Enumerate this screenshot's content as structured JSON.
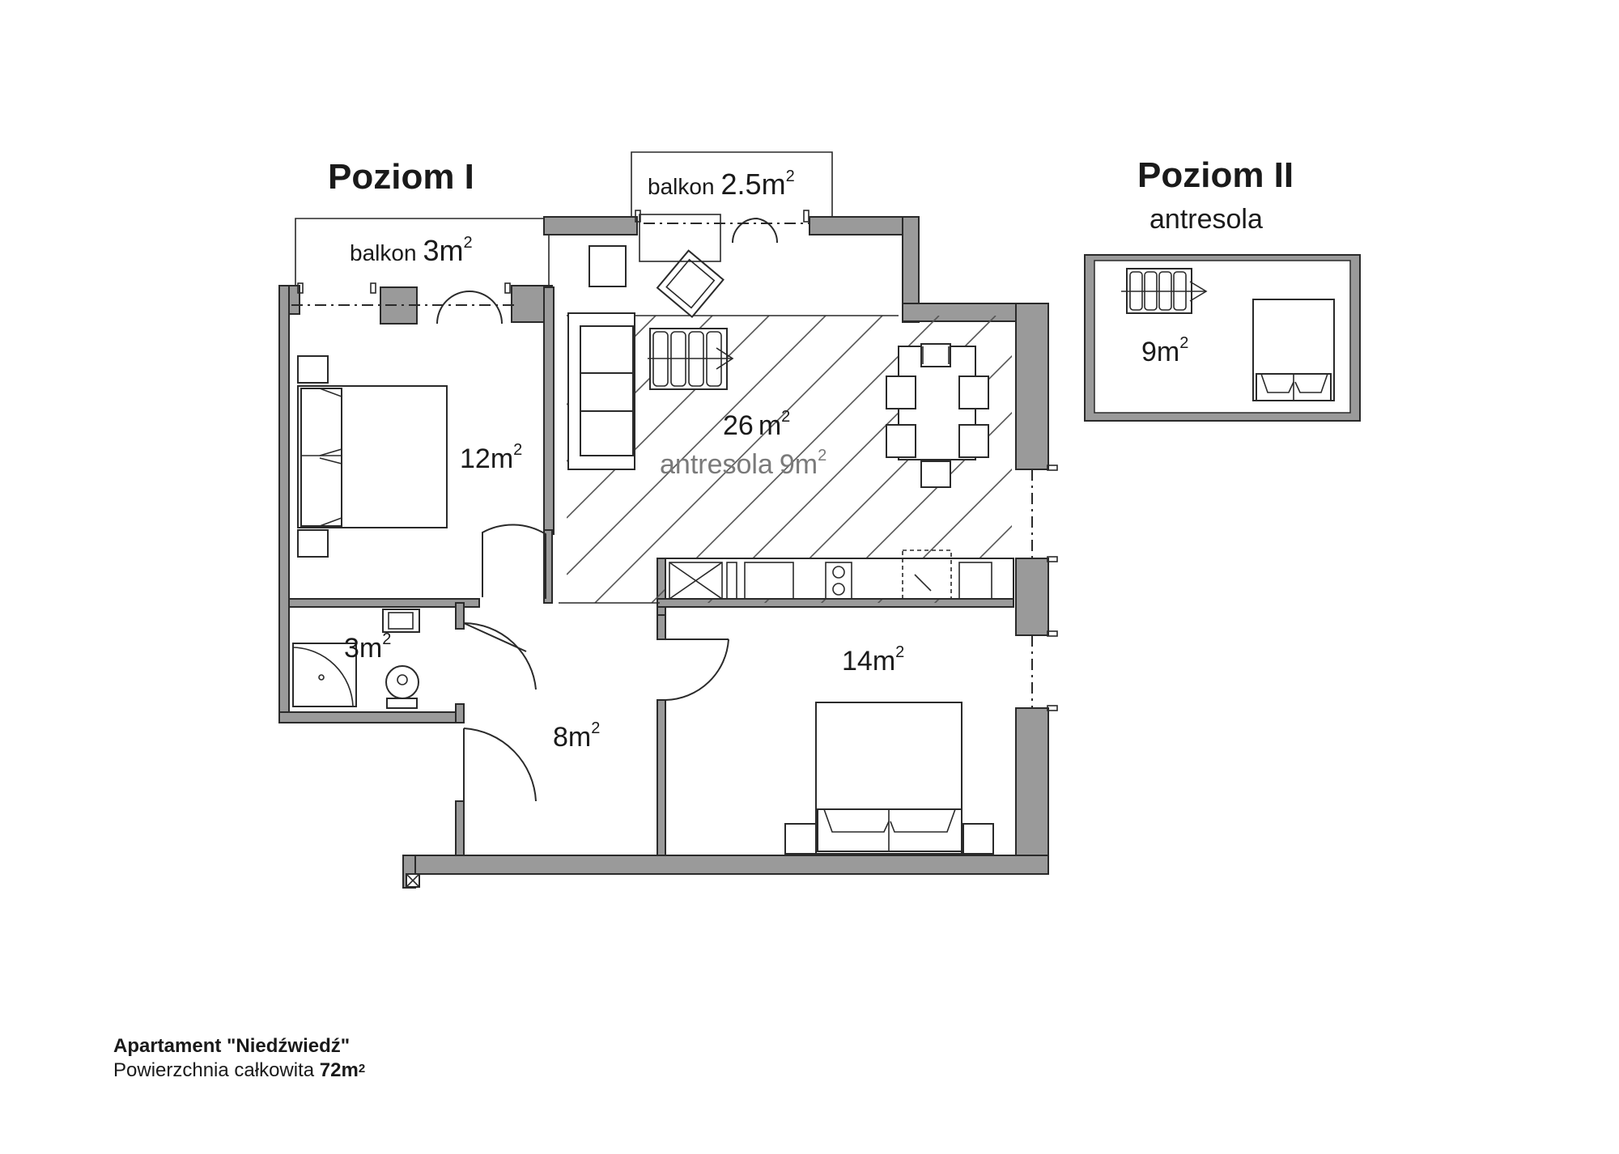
{
  "levels": {
    "level1": {
      "title": "Poziom I"
    },
    "level2": {
      "title": "Poziom II",
      "subtitle": "antresola"
    }
  },
  "rooms": {
    "balkon1": {
      "word": "balkon",
      "area": "3",
      "unit": "m",
      "sup": "2"
    },
    "balkon2": {
      "word": "balkon",
      "area": "2.5",
      "unit": "m",
      "sup": "2"
    },
    "bedroom12": {
      "area": "12",
      "unit": "m",
      "sup": "2"
    },
    "living26": {
      "area": "26",
      "unit": "m",
      "sup": "2"
    },
    "antresola_overlay": {
      "word": "antresola",
      "area": "9",
      "unit": "m",
      "sup": "2"
    },
    "bath3": {
      "area": "3",
      "unit": "m",
      "sup": "2"
    },
    "hall8": {
      "area": "8",
      "unit": "m",
      "sup": "2"
    },
    "bedroom14": {
      "area": "14",
      "unit": "m",
      "sup": "2"
    },
    "antresola9": {
      "area": "9",
      "unit": "m",
      "sup": "2"
    }
  },
  "footer": {
    "name": "Apartament \"Niedźwiedź\"",
    "total_label": "Powierzchnia całkowita",
    "total_value": "72m",
    "total_sup": "2"
  },
  "colors": {
    "wall": "#9a9a9a",
    "line": "#2a2a2a",
    "text": "#1a1a1a"
  }
}
